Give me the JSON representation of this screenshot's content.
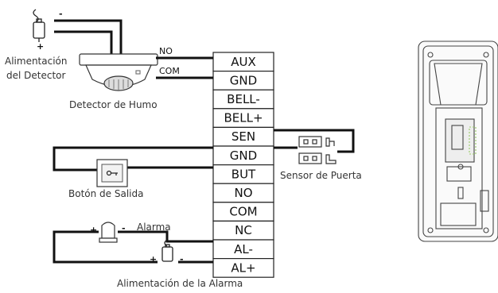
{
  "terminals": [
    "AUX",
    "GND",
    "BELL-",
    "BELL+",
    "SEN",
    "GND",
    "BUT",
    "NO",
    "COM",
    "NC",
    "AL-",
    "AL+"
  ],
  "labels": {
    "smoke_power_line1": "Alimentación",
    "smoke_power_line2": "del Detector",
    "smoke_detector": "Detector de Humo",
    "exit_button": "Botón de Salida",
    "door_sensor": "Sensor de Puerta",
    "alarm": "Alarma",
    "alarm_power": "Alimentación de la Alarma",
    "wire_no": "NO",
    "wire_com": "COM",
    "plus": "+",
    "minus": "-"
  }
}
